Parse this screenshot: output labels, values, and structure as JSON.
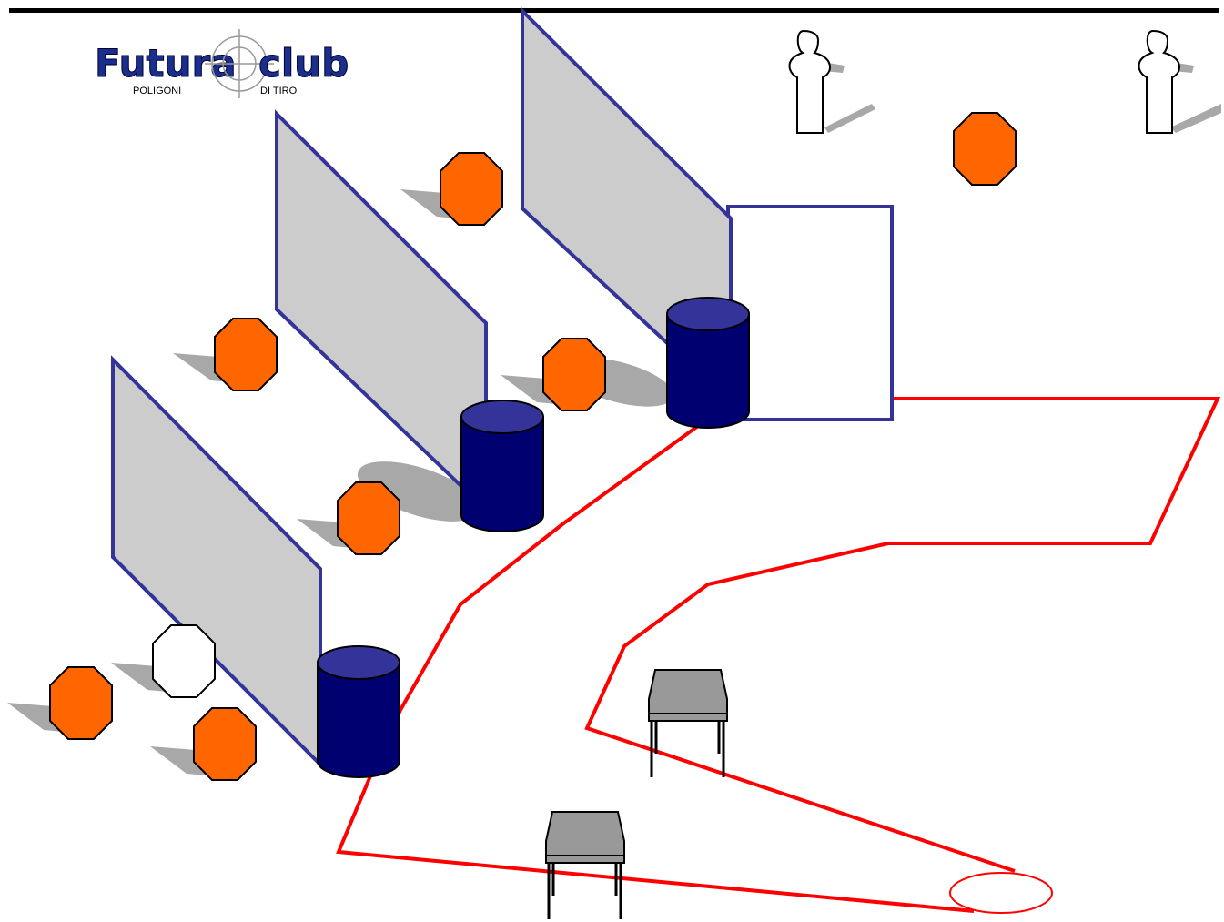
{
  "logo": {
    "word_left": "Futura",
    "word_right": "club",
    "sub_left": "POLIGONI",
    "sub_right": "DI TIRO"
  },
  "colors": {
    "wall_fill": "#cccccc",
    "wall_stroke": "#333399",
    "barrel_body": "#000070",
    "barrel_top": "#333399",
    "steel_target": "#ff6600",
    "no_shoot": "#ffffff",
    "fault_line": "#ff0000",
    "table_top": "#999999",
    "logo_blue": "#1a2e8c"
  },
  "icons": [
    "wall-panel",
    "barrel",
    "steel-plate-target",
    "no-shoot-target",
    "silhouette-target",
    "table",
    "start-circle",
    "fault-line"
  ]
}
